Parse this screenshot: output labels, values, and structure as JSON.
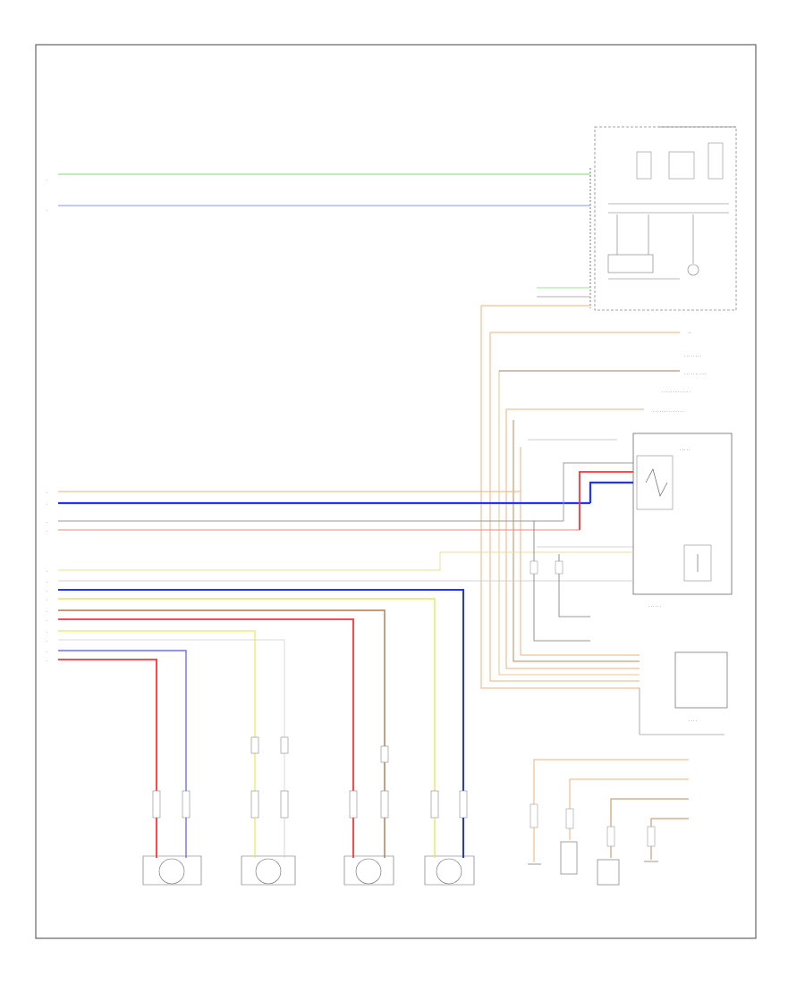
{
  "diagram": {
    "footer_code": "",
    "colors": {
      "green": "#7ddc6e",
      "blue": "#2233ff",
      "orange": "#f2b27a",
      "red": "#ff3333",
      "pink": "#ff9a9a",
      "yellow": "#eee45a",
      "brown": "#b07a48",
      "gray": "#9a9a9a",
      "black": "#222222"
    },
    "bottom_components": [
      {
        "id": "rf",
        "label": ""
      },
      {
        "id": "lf",
        "label": ""
      },
      {
        "id": "rr",
        "label": ""
      },
      {
        "id": "lr",
        "label": ""
      }
    ],
    "right_components": [
      {
        "id": "c1",
        "label": ""
      },
      {
        "id": "c2",
        "label": ""
      },
      {
        "id": "c3",
        "label": ""
      },
      {
        "id": "c4",
        "label": ""
      }
    ]
  }
}
